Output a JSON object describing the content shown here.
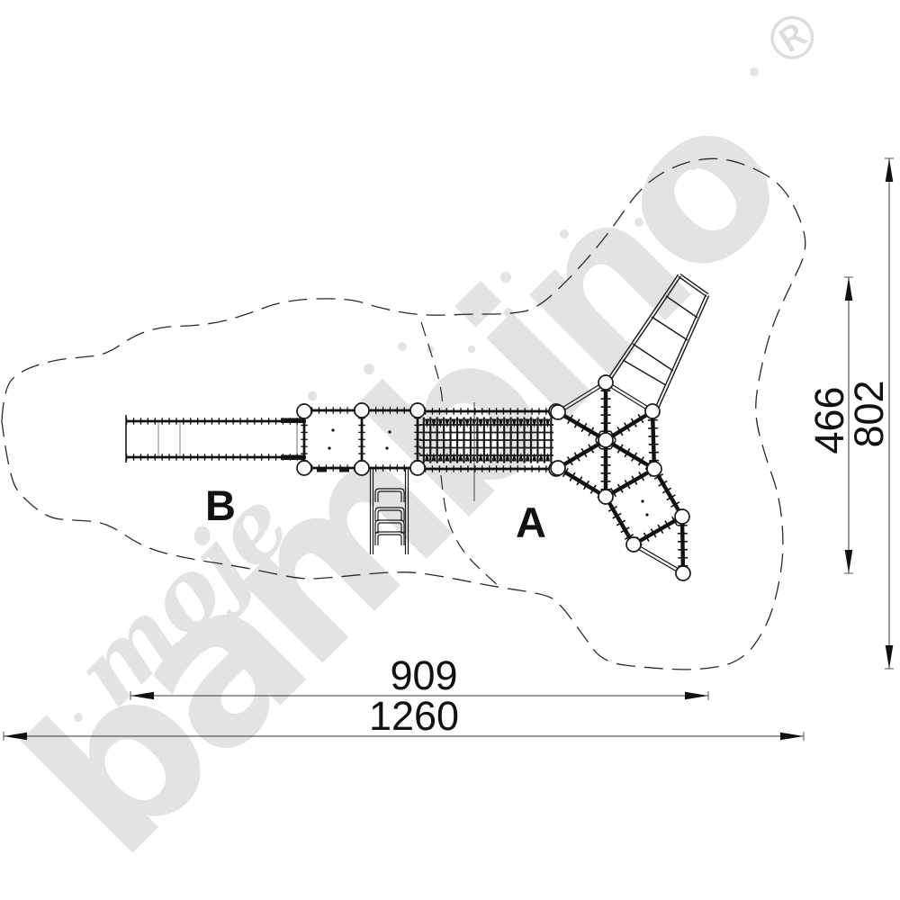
{
  "watermark": {
    "word_script": "moje",
    "word_bold": "bambino",
    "registered": "®",
    "color": "#e3e3e3"
  },
  "zone_labels": {
    "a": "A",
    "b": "B"
  },
  "dimensions": {
    "inner_width": "909",
    "outer_width": "1260",
    "inner_height": "466",
    "outer_height": "802"
  },
  "colors": {
    "line": "#1a1a1a",
    "dim_line": "#333333"
  }
}
